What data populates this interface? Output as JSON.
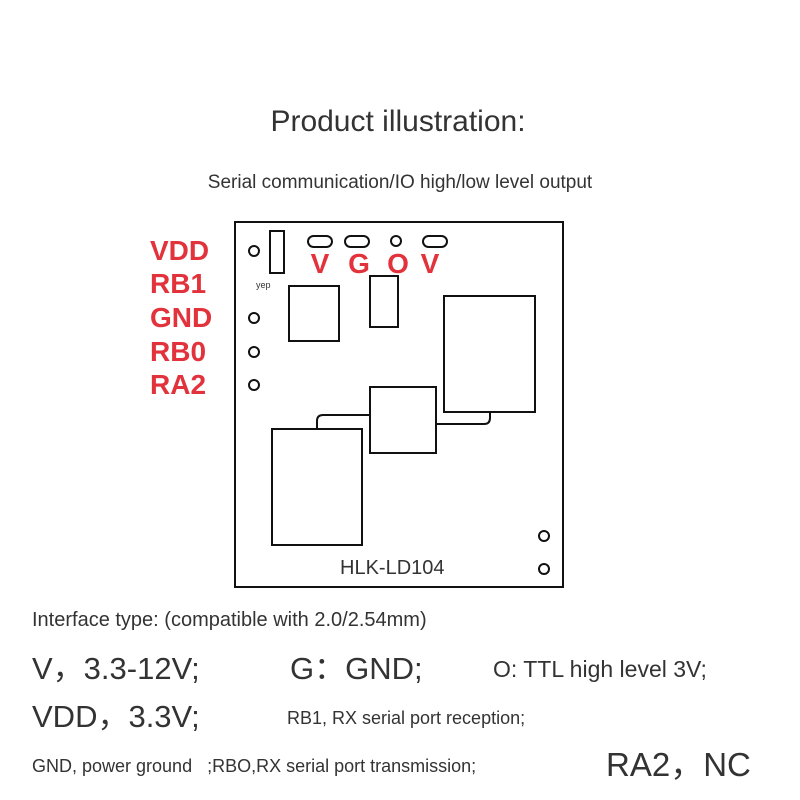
{
  "title": "Product illustration:",
  "subtitle": "Serial communication/IO high/low level output",
  "pin_labels_left": [
    "VDD",
    "RB1",
    "GND",
    "RB0",
    "RA2"
  ],
  "pin_labels_top": [
    "V",
    "G",
    "O",
    "V"
  ],
  "board": {
    "silk_small": "yep",
    "model": "HLK-LD104"
  },
  "notes": {
    "interface": "Interface type: (compatible with 2.0/2.54mm)",
    "v": "V，3.3-12V;",
    "g": "G：GND;",
    "o": "O: TTL high level 3V;",
    "vdd": "VDD，3.3V;",
    "rb1": "RB1, RX serial port reception;",
    "gnd_rbo": "GND, power ground   ;RBO,RX serial port transmission;",
    "ra2": "RA2，NC"
  },
  "colors": {
    "label_red": "#e2323b",
    "line": "#111111"
  }
}
